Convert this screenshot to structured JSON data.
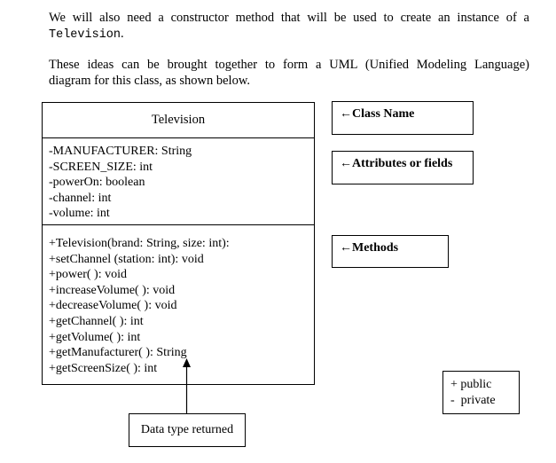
{
  "paragraphs": {
    "p1_line1": "We will also need a constructor method that will be used to create an instance of a",
    "p1_line2_code": "Television",
    "p1_line2_end": ".",
    "p2_line1": "These ideas can be brought together to form a UML (Unified Modeling Language)",
    "p2_line2": "diagram for this class, as shown below."
  },
  "uml": {
    "class_name": "Television",
    "attributes": [
      "-MANUFACTURER: String",
      "-SCREEN_SIZE: int",
      "-powerOn: boolean",
      "-channel: int",
      "-volume: int"
    ],
    "methods": [
      "+Television(brand: String, size: int):",
      "+setChannel (station: int): void",
      "+power( ): void",
      "+increaseVolume( ): void",
      "+decreaseVolume( ): void",
      "+getChannel( ): int",
      "+getVolume( ): int",
      "+getManufacturer( ): String",
      "+getScreenSize( ): int"
    ]
  },
  "callouts": {
    "arrow_glyph": "←",
    "class_name": "Class Name",
    "attributes": "Attributes or fields",
    "methods": "Methods"
  },
  "legend": {
    "public": "+ public",
    "private": "-  private"
  },
  "data_type_returned": "Data type returned"
}
